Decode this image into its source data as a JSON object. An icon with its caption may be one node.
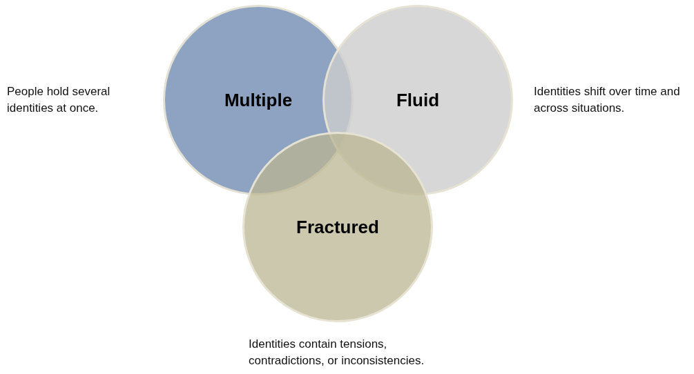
{
  "diagram": {
    "nodes": [
      {
        "text": [
          "Multiple"
        ]
      },
      {
        "text": [
          "Fluid"
        ]
      },
      {
        "text": [
          "Fractured"
        ]
      }
    ],
    "labels": [
      "People hold several identities at once.",
      "Identities shift over time and across situations.",
      "Identities contain tensions, contradictions, or inconsistencies."
    ]
  }
}
